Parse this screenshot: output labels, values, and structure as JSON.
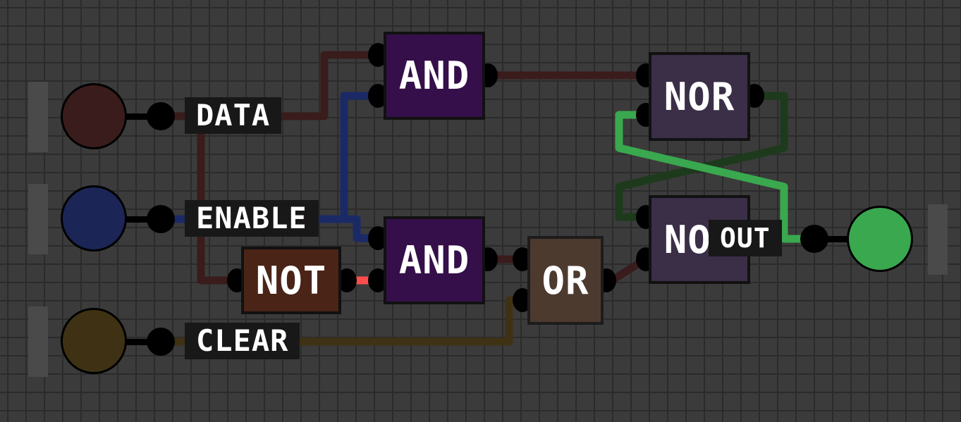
{
  "inputs": {
    "data": {
      "label": "DATA",
      "color": "#3a1c1c"
    },
    "enable": {
      "label": "ENABLE",
      "color": "#1b2556"
    },
    "clear": {
      "label": "CLEAR",
      "color": "#3f3214"
    }
  },
  "output": {
    "label": "OUT",
    "color": "#3aa84e"
  },
  "gates": {
    "and_top": "AND",
    "and_bottom": "AND",
    "not": "NOT",
    "or": "OR",
    "nor_top": "NOR",
    "nor_bottom": "NOR"
  },
  "colors": {
    "data_wire": "#3a1c1c",
    "enable_wire": "#1b2a66",
    "clear_wire": "#3f3214",
    "not_out_wire": "#ff4d4d",
    "nor_out_dark": "#1d3a1d",
    "nor_out_light": "#3aa84e",
    "and_gate": "#350f49",
    "not_gate": "#4a2417",
    "or_gate": "#4d3a2f",
    "nor_gate": "#3b2e47"
  }
}
